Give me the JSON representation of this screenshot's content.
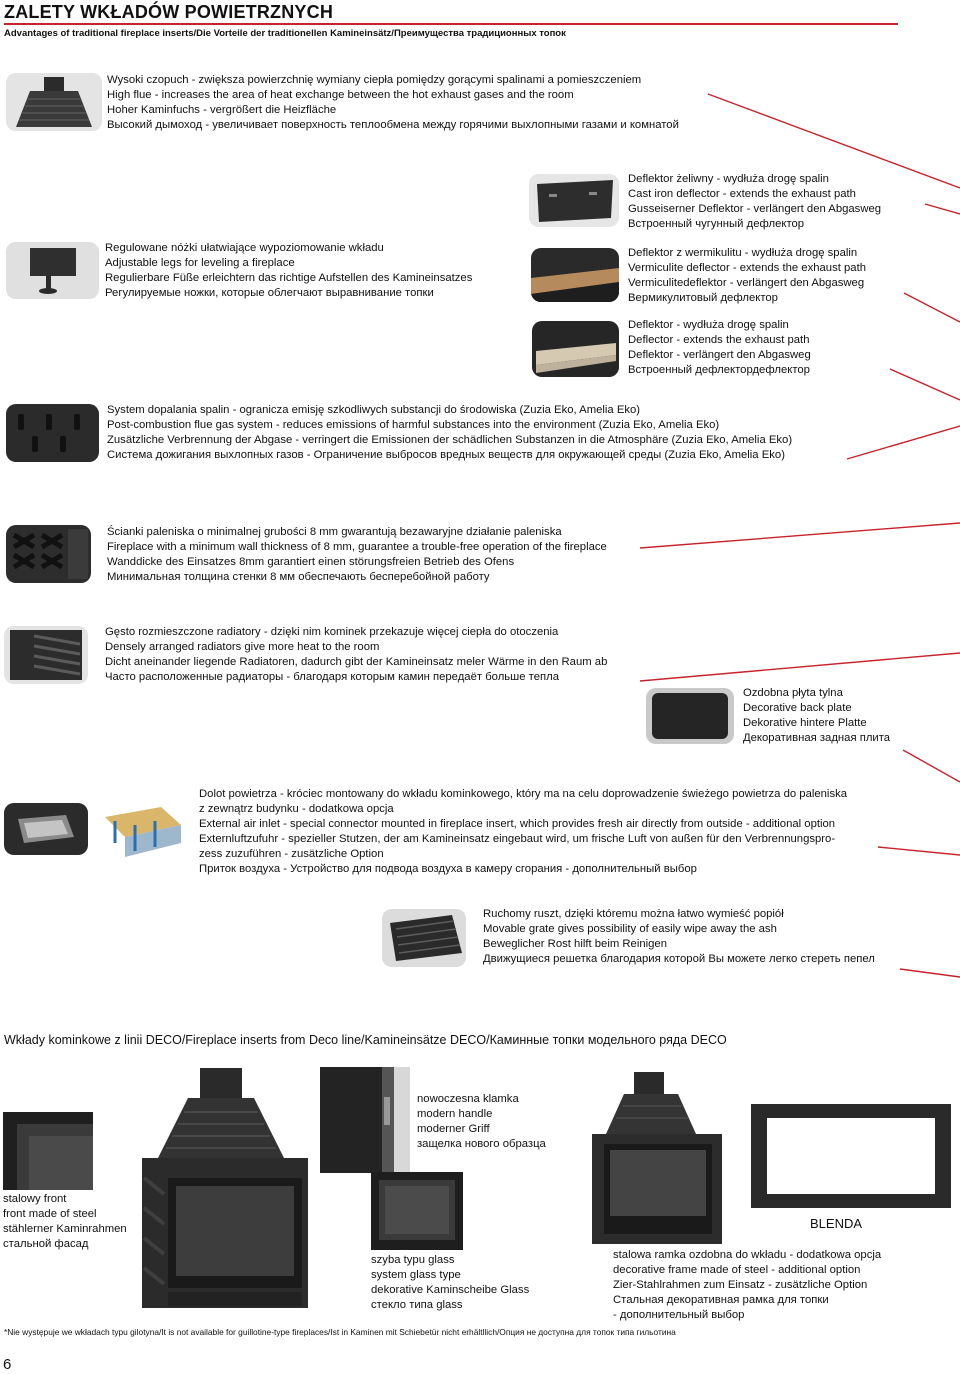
{
  "header": {
    "title": "ZALETY WKŁADÓW POWIETRZNYCH",
    "subtitle": "Advantages of traditional fireplace inserts/Die Vorteile der traditionellen Kamineinsätz/Преимущества традиционных топок"
  },
  "features": {
    "flue": [
      "Wysoki czopuch - zwiększa powierzchnię wymiany ciepła pomiędzy gorącymi spalinami a pomieszczeniem",
      "High flue - increases the area of heat exchange between the hot exhaust gases and the room",
      "Hoher Kaminfuchs - vergrößert die Heizfläche",
      "Высокий дымоход - увеличивает поверхность теплообмена между горячими выхлопными газами и комнатой"
    ],
    "legs": [
      "Regulowane nóżki ułatwiające wypoziomowanie wkładu",
      "Adjustable legs for leveling a fireplace",
      "Regulierbare Füße erleichtern das richtige Aufstellen des Kamineinsatzes",
      "Регулируемые ножки, которые облегчают  выравнивание топки"
    ],
    "deflector_cast": [
      "Deflektor żeliwny - wydłuża drogę spalin",
      "Cast iron deflector - extends the exhaust path",
      "Gusseiserner Deflektor - verlängert den Abgasweg",
      "Встроенный чугунный дефлектор"
    ],
    "deflector_vermiculite": [
      "Deflektor z wermikulitu - wydłuża drogę spalin",
      "Vermiculite deflector - extends the exhaust path",
      "Vermiculitedeflektor - verlängert den Abgasweg",
      "Вермикулитовый дефлектор"
    ],
    "deflector": [
      "Deflektor - wydłuża drogę spalin",
      "Deflector - extends the exhaust path",
      "Deflektor - verlängert den Abgasweg",
      "Встроенный дефлектордефлектор"
    ],
    "postcombustion": [
      "System dopalania spalin - ogranicza emisję szkodliwych substancji do środowiska (Zuzia Eko, Amelia Eko)",
      "Post-combustion flue gas system - reduces emissions of harmful substances into the environment (Zuzia Eko, Amelia Eko)",
      "Zusätzliche Verbrennung der Abgase - verringert die Emissionen der schädlichen Substanzen in die Atmosphäre (Zuzia Eko, Amelia Eko)",
      "Система дожигания выхлопных газов - Ограничение выбросов вредных веществ для окружающей среды (Zuzia Eko, Amelia Eko)"
    ],
    "walls": [
      "Ścianki paleniska o minimalnej grubości 8 mm gwarantują bezawaryjne działanie paleniska",
      "Fireplace with a minimum wall thickness of 8 mm, guarantee a trouble-free operation of the fireplace",
      "Wanddicke des Einsatzes 8mm garantiert einen störungsfreien Betrieb des Ofens",
      "Минимальная толщина стенки 8 мм обеспечають бесперебойной работу"
    ],
    "radiators": [
      "Gęsto rozmieszczone radiatory - dzięki nim kominek przekazuje więcej ciepła do otoczenia",
      "Densely arranged radiators give more heat to the room",
      "Dicht aneinander liegende Radiatoren, dadurch gibt der Kamineinsatz meler Wärme in den Raum ab",
      "Часто расположенные радиаторы - благодаря которым камин передаёт больше тепла"
    ],
    "backplate": [
      "Ozdobna płyta tylna",
      "Decorative back plate",
      "Dekorative hintere Platte",
      "Декоративная задная плита"
    ],
    "air_inlet": [
      "Dolot powietrza - króciec montowany do wkładu kominkowego, który ma na celu doprowadzenie świeżego powietrza do paleniska",
      "z zewnątrz budynku - dodatkowa opcja",
      "External air inlet - special connector mounted in fireplace insert, which provides fresh air directly from outside - additional option",
      "Externluftzufuhr - spezieller Stutzen, der am Kamineinsatz eingebaut wird, um frische Luft von außen für den Verbrennungspro-",
      "zess zuzuführen  - zusätzliche Option",
      "Приток воздуха - Устройство для подвода воздуха в камеру сгорания - дополнительный выбор"
    ],
    "grate": [
      "Ruchomy ruszt, dzięki któremu można łatwo wymieść popiół",
      "Movable grate gives possibility of easily wipe away the ash",
      "Beweglicher Rost hilft beim Reinigen",
      "Движущиеся решетка благодария которой Вы можете легко стереть пепел"
    ]
  },
  "deco": {
    "heading": "Wkłady kominkowe z linii DECO/Fireplace inserts from Deco line/Kamineinsätze DECO/Каминные топки модельного ряда DECO",
    "handle": [
      "nowoczesna klamka",
      "modern handle",
      "moderner Griff",
      "защелка нового образца"
    ],
    "steel_front": [
      "stalowy front",
      "front made of steel",
      "stählerner Kaminrahmen",
      "стальной фасад"
    ],
    "glass": [
      "szyba typu glass",
      "system glass type",
      "dekorative Kaminscheibe Glass",
      "стекло типа glass"
    ],
    "blenda_label": "BLENDA",
    "frame": [
      "stalowa ramka ozdobna do wkładu - dodatkowa opcja",
      "decorative frame made of steel - additional option",
      "Zier-Stahlrahmen zum Einsatz - zusätzliche Option",
      "Стальная декоративная рамка для топки",
      "- дополнительный выбор"
    ]
  },
  "footnote": "*Nie występuje we wkładach typu gilotyna/It is not available for guillotine-type fireplaces/Ist in Kaminen mit Schiebetür nicht erhältllich/Опция не доступна для топок типа гильотина",
  "page_number": "6",
  "colors": {
    "accent": "#c8222b",
    "thumb_bg": "#dedede",
    "metal": "#2b2b2b"
  }
}
